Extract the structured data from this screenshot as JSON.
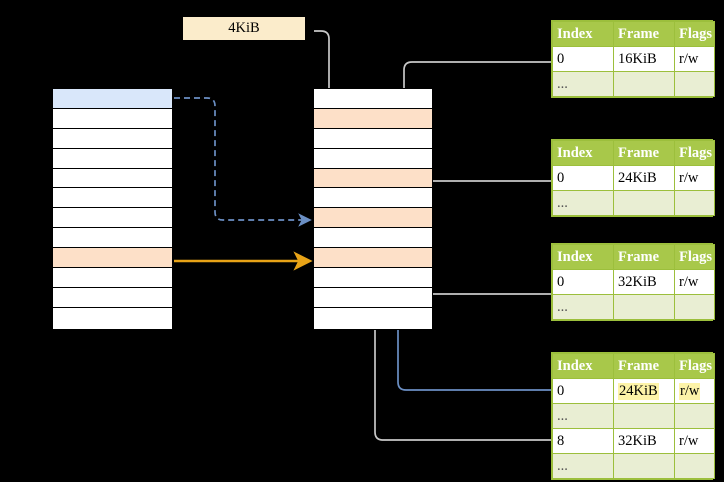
{
  "diagram": {
    "size_label": "4KiB",
    "virtual_column": {
      "name": "virtual-address-column",
      "rows": [
        {
          "fill": "blue"
        },
        {
          "fill": "white"
        },
        {
          "fill": "white"
        },
        {
          "fill": "white"
        },
        {
          "fill": "white"
        },
        {
          "fill": "white"
        },
        {
          "fill": "white"
        },
        {
          "fill": "white"
        },
        {
          "fill": "peach"
        },
        {
          "fill": "white"
        },
        {
          "fill": "white"
        },
        {
          "fill": "white"
        }
      ]
    },
    "physical_column": {
      "name": "physical-memory-column",
      "rows": [
        {
          "fill": "white"
        },
        {
          "fill": "peach"
        },
        {
          "fill": "white"
        },
        {
          "fill": "white"
        },
        {
          "fill": "peach"
        },
        {
          "fill": "white"
        },
        {
          "fill": "peach"
        },
        {
          "fill": "white"
        },
        {
          "fill": "peach"
        },
        {
          "fill": "white"
        },
        {
          "fill": "white"
        },
        {
          "fill": "white"
        }
      ]
    },
    "tables": [
      {
        "name": "page-table-1",
        "headers": [
          "Index",
          "Frame",
          "Flags"
        ],
        "rows": [
          {
            "cells": [
              "0",
              "16KiB",
              "r/w"
            ],
            "style": "normal",
            "highlight": []
          },
          {
            "cells": [
              "...",
              "",
              ""
            ],
            "style": "alt",
            "highlight": []
          }
        ]
      },
      {
        "name": "page-table-2",
        "headers": [
          "Index",
          "Frame",
          "Flags"
        ],
        "rows": [
          {
            "cells": [
              "0",
              "24KiB",
              "r/w"
            ],
            "style": "normal",
            "highlight": []
          },
          {
            "cells": [
              "...",
              "",
              ""
            ],
            "style": "alt",
            "highlight": []
          }
        ]
      },
      {
        "name": "page-table-3",
        "headers": [
          "Index",
          "Frame",
          "Flags"
        ],
        "rows": [
          {
            "cells": [
              "0",
              "32KiB",
              "r/w"
            ],
            "style": "normal",
            "highlight": []
          },
          {
            "cells": [
              "...",
              "",
              ""
            ],
            "style": "alt",
            "highlight": []
          }
        ]
      },
      {
        "name": "page-table-4",
        "headers": [
          "Index",
          "Frame",
          "Flags"
        ],
        "rows": [
          {
            "cells": [
              "0",
              "24KiB",
              "r/w"
            ],
            "style": "normal",
            "highlight": [
              1,
              2
            ]
          },
          {
            "cells": [
              "...",
              "",
              ""
            ],
            "style": "alt",
            "highlight": []
          },
          {
            "cells": [
              "8",
              "32KiB",
              "r/w"
            ],
            "style": "normal",
            "highlight": []
          },
          {
            "cells": [
              "...",
              "",
              ""
            ],
            "style": "alt",
            "highlight": []
          }
        ]
      }
    ],
    "colors": {
      "table_header_bg": "#a8c84a",
      "table_border": "#9cbf3c",
      "table_alt_row_bg": "#e9eed3",
      "highlight_yellow": "#fdf3a8",
      "row_blue": "#d9e7fa",
      "row_peach": "#fde0c8",
      "label_bg": "#fbeccb",
      "wire_gray": "#c8c8c8",
      "wire_blue": "#6b8fc4",
      "wire_orange": "#e8a317",
      "background": "#000000"
    }
  }
}
